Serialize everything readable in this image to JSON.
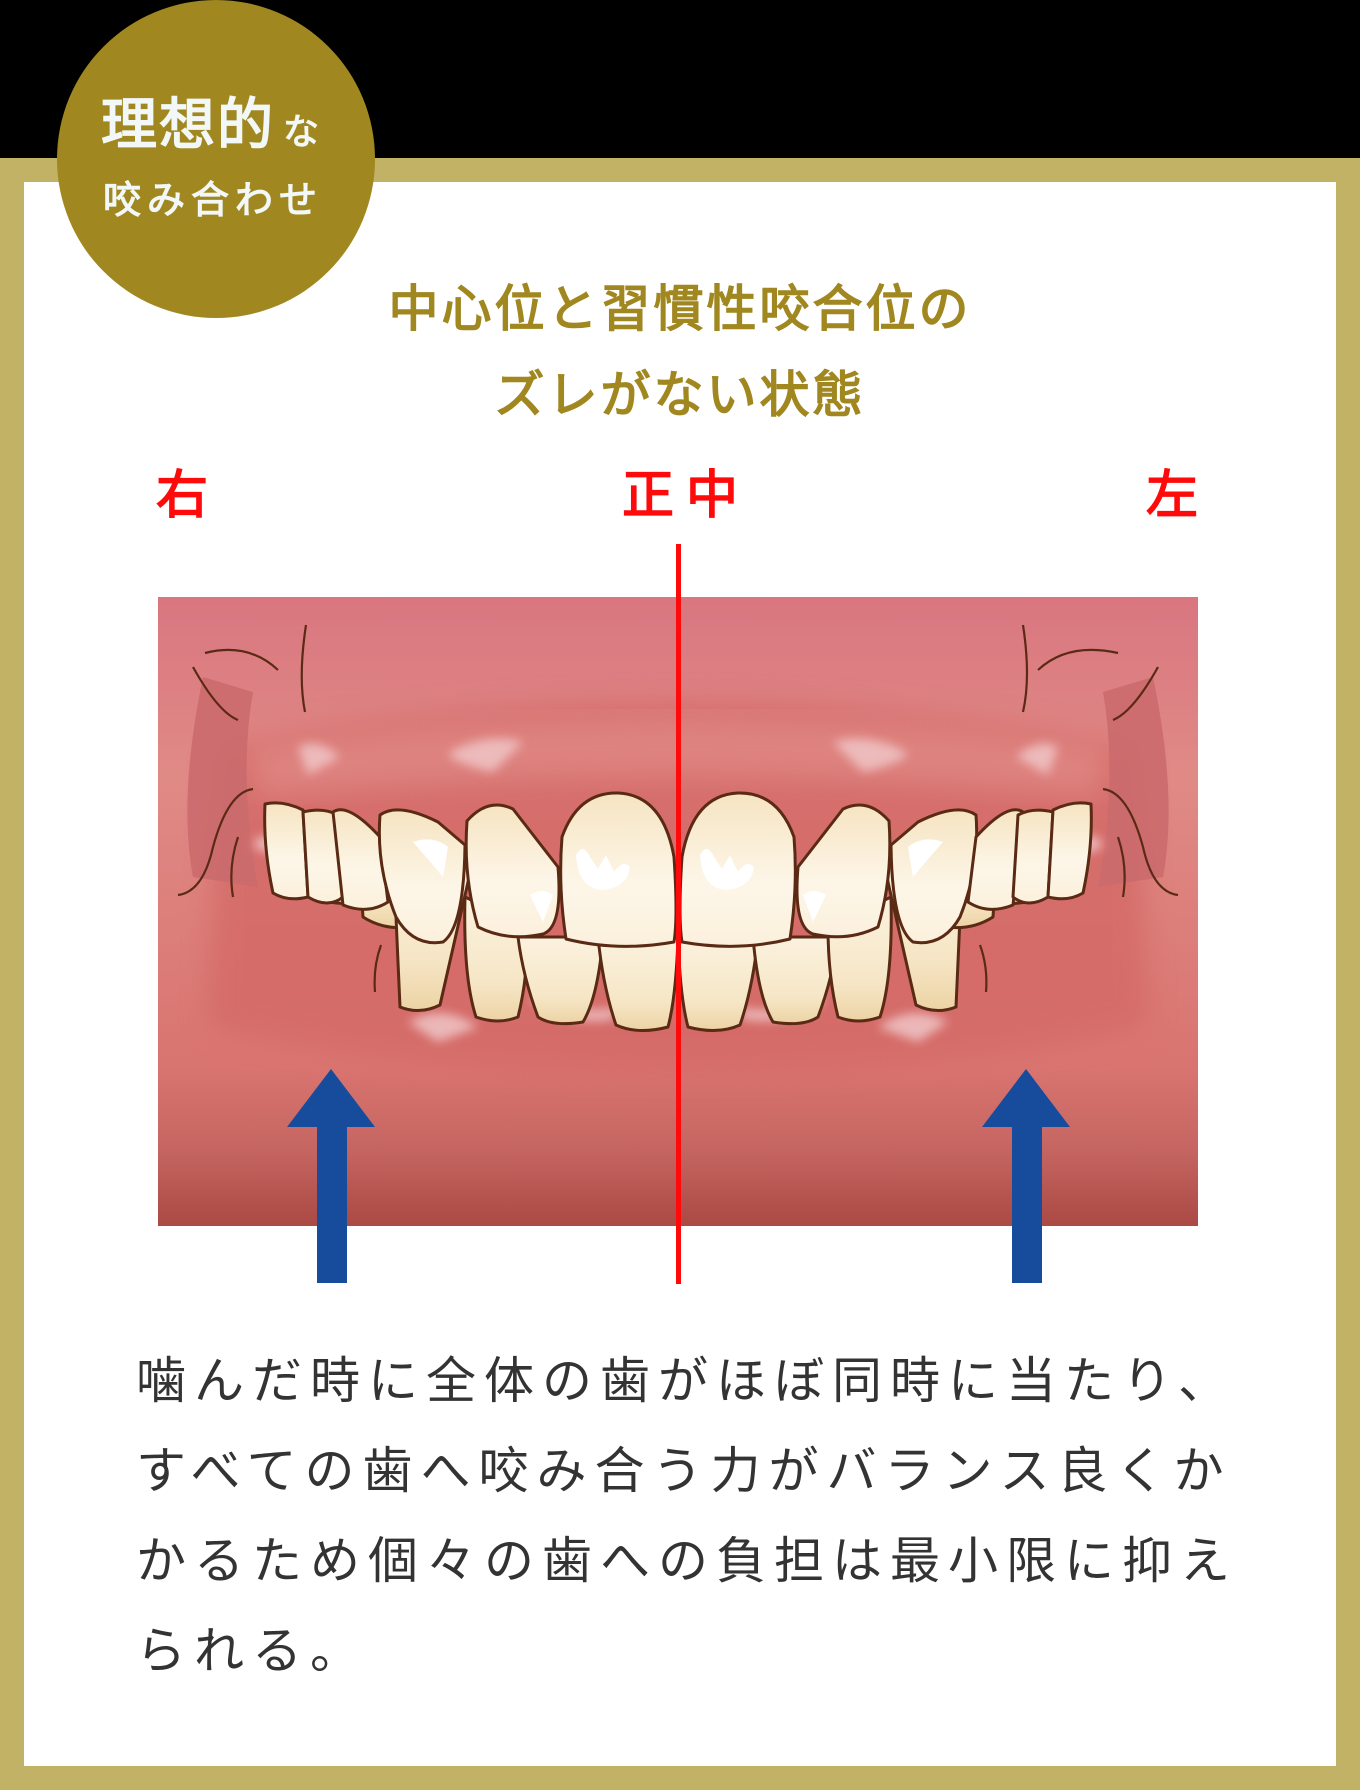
{
  "badge": {
    "line1_main": "理想的",
    "line1_small": "な",
    "line2": "咬み合わせ",
    "color": "#a0871f"
  },
  "title": {
    "line1": "中心位と習慣性咬合位の",
    "line2": "ズレがない状態",
    "color": "#a0871f"
  },
  "labels": {
    "right": "右",
    "center": "正中",
    "left": "左",
    "color": "#ff0a0a"
  },
  "illustration": {
    "subject": "front view of teeth in ideal occlusion",
    "icons": [
      "midline-marker",
      "up-arrow-left",
      "up-arrow-right"
    ],
    "arrow_color": "#174c9c",
    "gum_color": "#d77575",
    "tooth_color": "#fbf2df"
  },
  "description": {
    "lines": [
      "噛んだ時に全体の歯がほぼ同時に当たり、",
      "すべての歯へ咬み合う力がバランス良くか",
      "かるため個々の歯への負担は最小限に抑え",
      "られる。"
    ]
  },
  "frame": {
    "border_color": "#c2b265",
    "top_band_color": "#000000"
  }
}
